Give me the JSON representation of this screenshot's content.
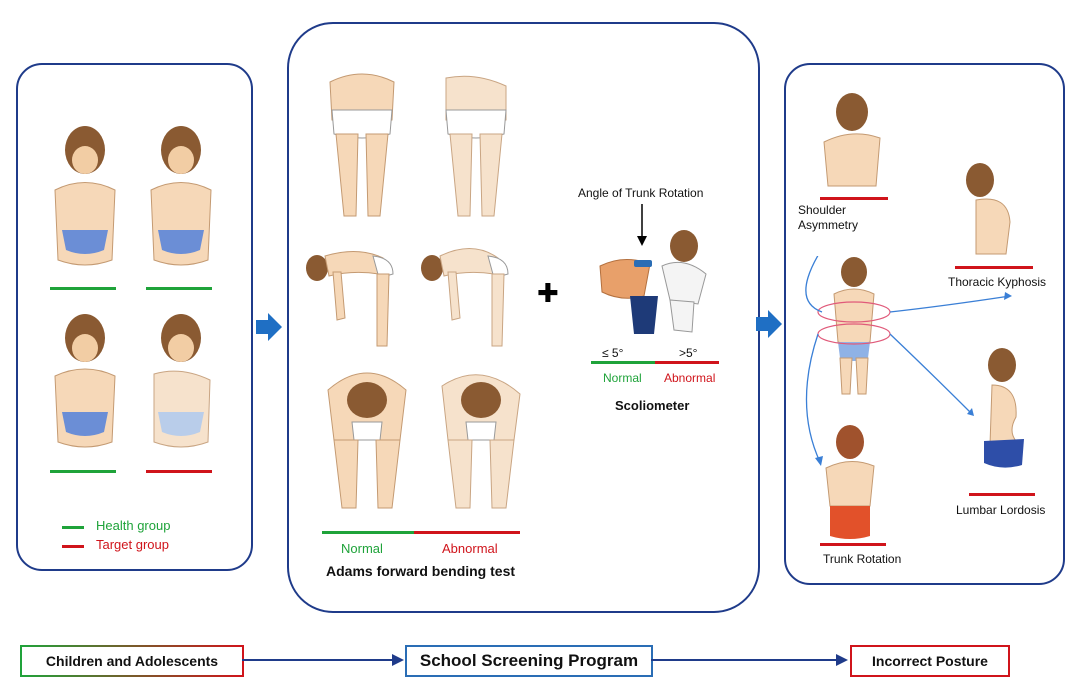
{
  "legend": {
    "health_group": "Health group",
    "target_group": "Target group"
  },
  "adams": {
    "normal": "Normal",
    "abnormal": "Abnormal",
    "title": "Adams  forward bending test"
  },
  "plus_symbol": "✚",
  "scoliometer": {
    "annotation": "Angle of Trunk Rotation",
    "le5": "≤ 5°",
    "gt5": ">5°",
    "normal": "Normal",
    "abnormal": "Abnormal",
    "title": "Scoliometer"
  },
  "posture": {
    "shoulder": "Shoulder\nAsymmetry",
    "kyphosis": "Thoracic Kyphosis",
    "lordosis": "Lumbar Lordosis",
    "rotation": "Trunk Rotation"
  },
  "flow": {
    "children": "Children and Adolescents",
    "school": "School Screening Program",
    "posture": "Incorrect Posture"
  },
  "colors": {
    "normal": "#1fa33a",
    "abnormal": "#d0141b",
    "frame": "#1f3b8a",
    "arrow": "#1f6fc4"
  }
}
